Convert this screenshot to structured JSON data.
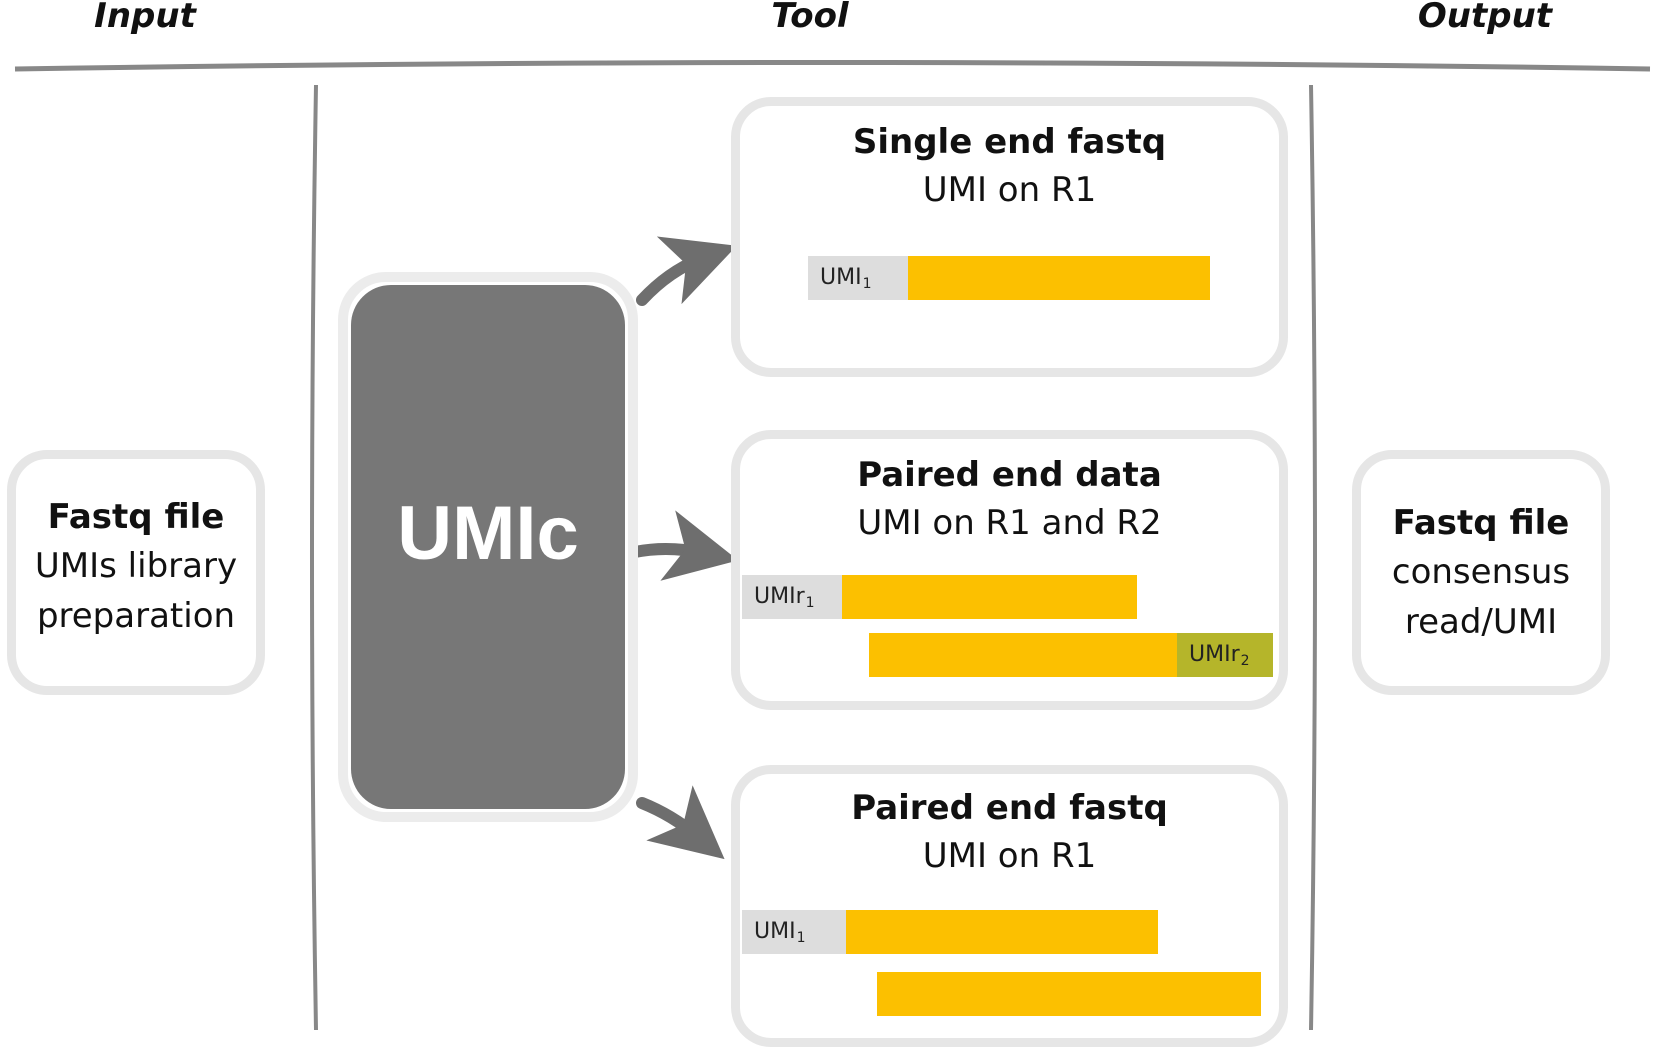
{
  "headers": {
    "input": "Input",
    "tool": "Tool",
    "output": "Output"
  },
  "input_card": {
    "title": "Fastq file",
    "line1": "UMIs library",
    "line2": "preparation"
  },
  "tool": {
    "name": "UMIc"
  },
  "modes": [
    {
      "title": "Single end fastq",
      "subtitle": "UMI on R1",
      "umi_label": "UMI",
      "umi_sub": "1"
    },
    {
      "title": "Paired end data",
      "subtitle": "UMI on R1 and R2",
      "umi_r1_label": "UMIr",
      "umi_r1_sub": "1",
      "umi_r2_label": "UMIr",
      "umi_r2_sub": "2"
    },
    {
      "title": "Paired end fastq",
      "subtitle": "UMI on R1",
      "umi_label": "UMI",
      "umi_sub": "1"
    }
  ],
  "output_card": {
    "title": "Fastq file",
    "line1": "consensus",
    "line2": "read/UMI"
  },
  "colors": {
    "read": "#fcc000",
    "umi": "#dddddd",
    "umi_r2": "#b5b52a",
    "tool_box": "#777777",
    "card_border": "#e6e6e6",
    "arrow": "#6e6e6e"
  }
}
